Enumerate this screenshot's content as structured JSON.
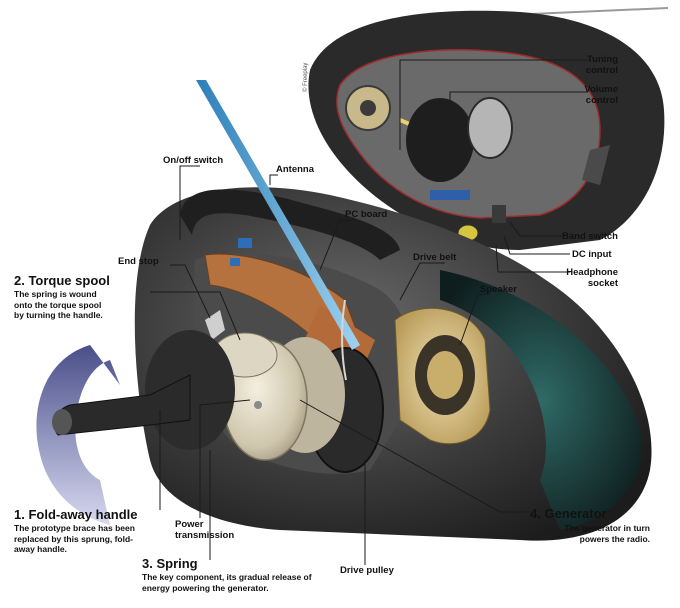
{
  "credit": "© Freeplay",
  "labels": {
    "tuning_control": [
      "Tuning",
      "control"
    ],
    "volume_control": [
      "Volume",
      "control"
    ],
    "onoff_switch": "On/off switch",
    "antenna": "Antenna",
    "pc_board": "PC board",
    "band_switch": "Band switch",
    "dc_input": "DC input",
    "headphone_socket": [
      "Headphone",
      "socket"
    ],
    "end_stop": "End stop",
    "drive_belt": "Drive belt",
    "speaker": "Speaker",
    "power_transmission": [
      "Power",
      "transmission"
    ],
    "drive_pulley": "Drive pulley"
  },
  "callouts": {
    "torque_spool": {
      "title": "2. Torque spool",
      "text": [
        "The spring is wound",
        "onto the torque spool",
        "by turning the handle."
      ]
    },
    "fold_away_handle": {
      "title": "1. Fold-away handle",
      "text": [
        "The prototype brace has been",
        "replaced by this sprung, fold-",
        "away handle."
      ]
    },
    "spring": {
      "title": "3. Spring",
      "text": [
        "The key component, its gradual release of",
        "energy powering the generator."
      ]
    },
    "generator": {
      "title": "4. Generator",
      "text": [
        "The generator in turn",
        "powers the radio."
      ]
    }
  }
}
